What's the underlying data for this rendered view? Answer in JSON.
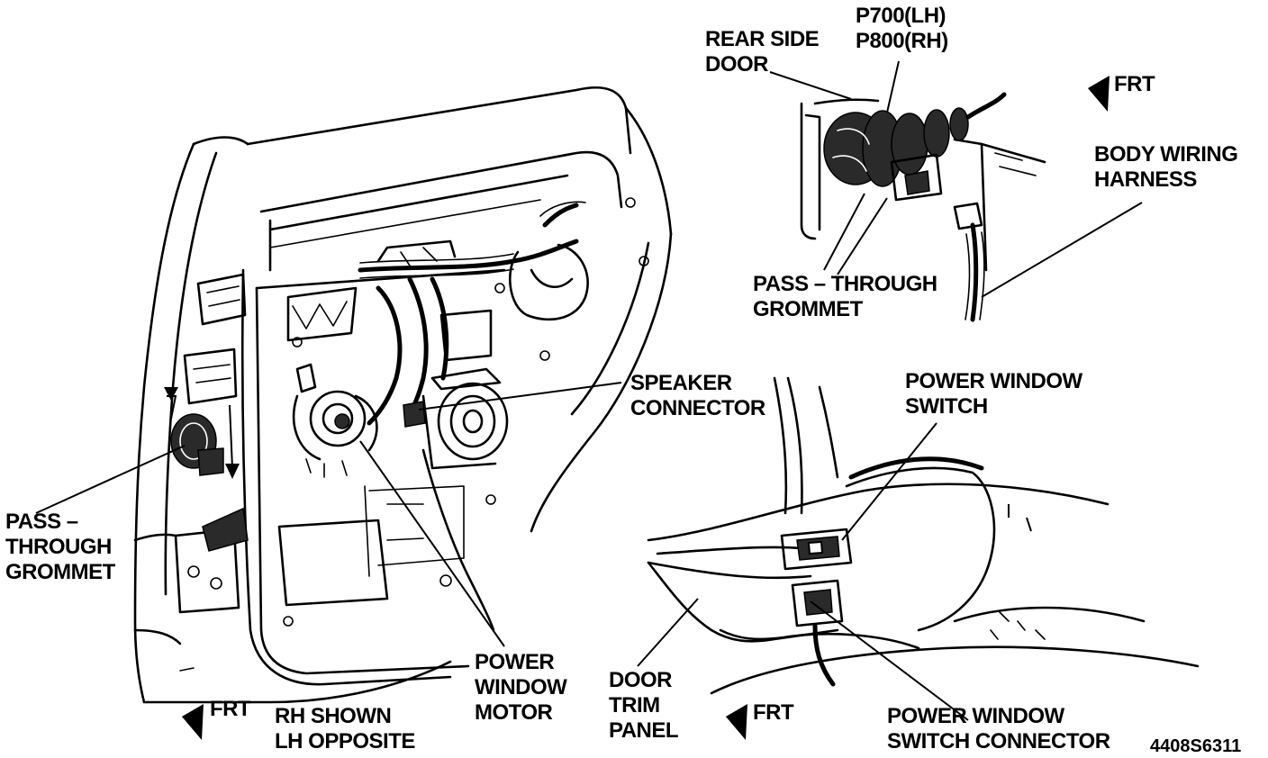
{
  "figure_code": "4408S6311",
  "labels": {
    "rear_side_door": [
      "REAR SIDE",
      "DOOR"
    ],
    "connector_ids": [
      "P700(LH)",
      "P800(RH)"
    ],
    "frt_top": "FRT",
    "body_wiring_harness": [
      "BODY WIRING",
      "HARNESS"
    ],
    "pass_through_grommet_top": [
      "PASS – THROUGH",
      "GROMMET"
    ],
    "speaker_connector": [
      "SPEAKER",
      "CONNECTOR"
    ],
    "power_window_switch": [
      "POWER WINDOW",
      "SWITCH"
    ],
    "pass_through_grommet_left": [
      "PASS –",
      "THROUGH",
      "GROMMET"
    ],
    "power_window_motor": [
      "POWER",
      "WINDOW",
      "MOTOR"
    ],
    "door_trim_panel": [
      "DOOR",
      "TRIM",
      "PANEL"
    ],
    "power_window_switch_connector": [
      "POWER WINDOW",
      "SWITCH CONNECTOR"
    ],
    "rh_shown": [
      "RH SHOWN",
      "LH OPPOSITE"
    ],
    "frt_bottom_left": "FRT",
    "frt_bottom_mid": "FRT"
  },
  "icons": {
    "direction_arrow": "front-direction-arrow"
  }
}
